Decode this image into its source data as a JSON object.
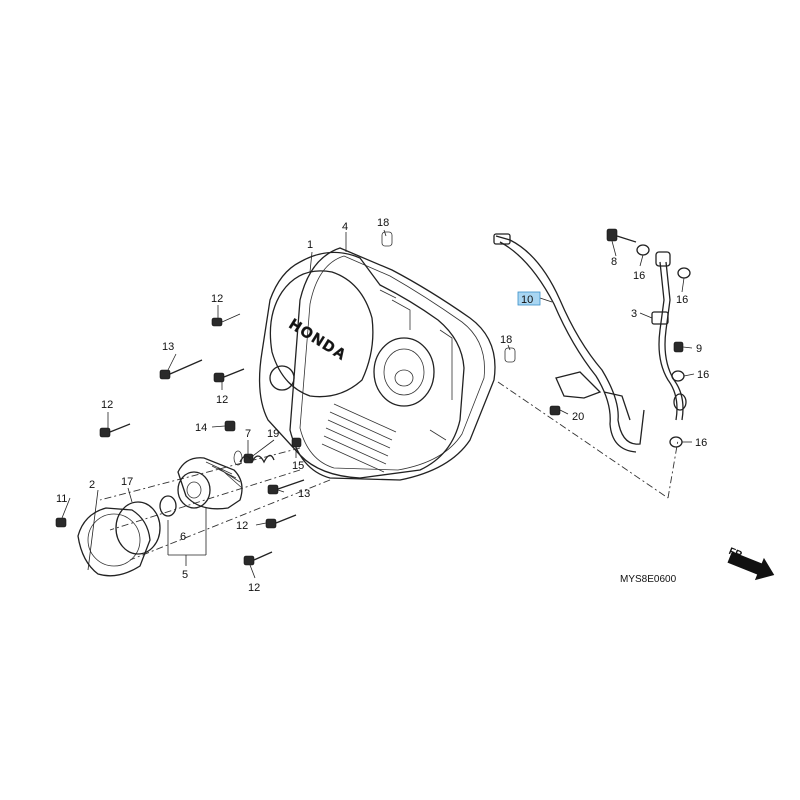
{
  "diagram": {
    "brand_text": "HONDA",
    "code": "MYS8E0600",
    "direction_mark": "FR.",
    "highlight_color": "#a9d6f2",
    "callouts": {
      "c1": "1",
      "c2": "2",
      "c3": "3",
      "c4": "4",
      "c5": "5",
      "c6": "6",
      "c7": "7",
      "c8": "8",
      "c9": "9",
      "c10": "10",
      "c11": "11",
      "c12a": "12",
      "c12b": "12",
      "c12c": "12",
      "c12d": "12",
      "c12e": "12",
      "c13a": "13",
      "c13b": "13",
      "c14": "14",
      "c15": "15",
      "c16a": "16",
      "c16b": "16",
      "c16c": "16",
      "c16d": "16",
      "c17": "17",
      "c18a": "18",
      "c18b": "18",
      "c19": "19",
      "c20": "20"
    },
    "icons": [
      "bolt-icon",
      "arrow-icon"
    ]
  }
}
